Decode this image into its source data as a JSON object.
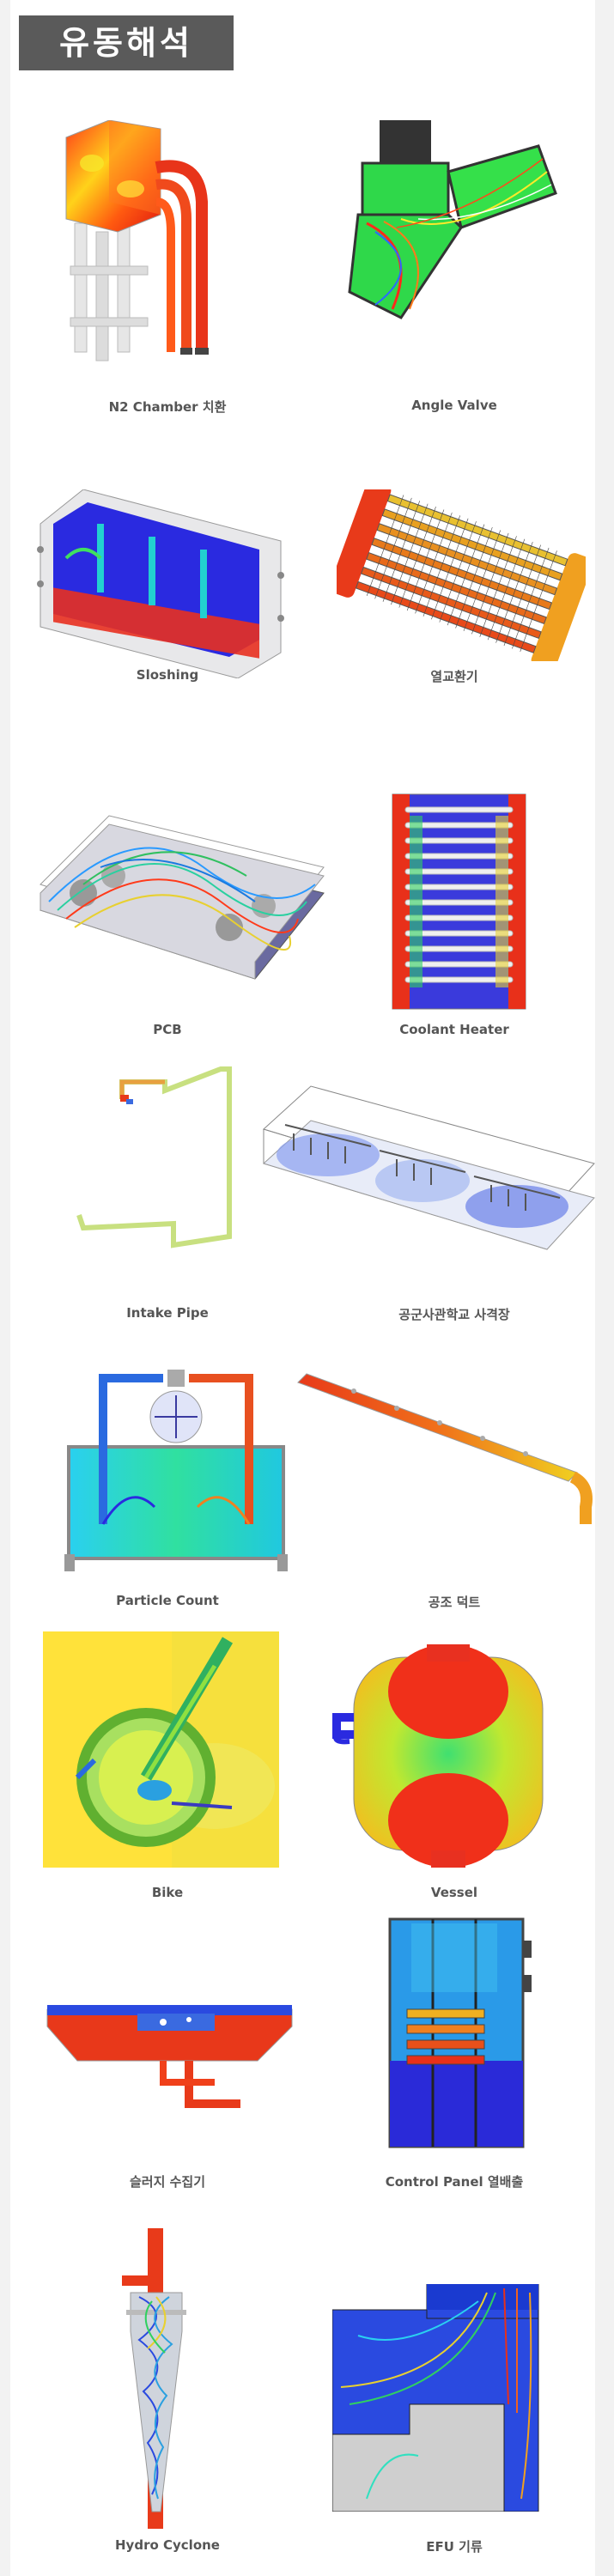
{
  "header": {
    "title": "유동해석"
  },
  "items": [
    {
      "caption": "N2 Chamber 치환"
    },
    {
      "caption": "Angle Valve"
    },
    {
      "caption": "Sloshing"
    },
    {
      "caption": "열교환기"
    },
    {
      "caption": "PCB"
    },
    {
      "caption": "Coolant Heater"
    },
    {
      "caption": "Intake Pipe"
    },
    {
      "caption": "공군사관학교 사격장"
    },
    {
      "caption": "Particle Count"
    },
    {
      "caption": "공조 덕트"
    },
    {
      "caption": "Bike"
    },
    {
      "caption": "Vessel"
    },
    {
      "caption": "슬러지 수집기"
    },
    {
      "caption": "Control Panel 열배출"
    },
    {
      "caption": "Hydro Cyclone"
    },
    {
      "caption": "EFU 기류"
    }
  ]
}
